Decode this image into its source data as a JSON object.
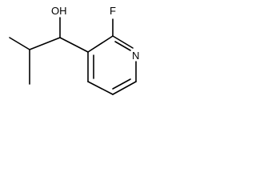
{
  "molecule": {
    "atom_labels": {
      "hydroxyl": "OH",
      "fluorine": "F",
      "ring_nitrogen": "N"
    }
  }
}
